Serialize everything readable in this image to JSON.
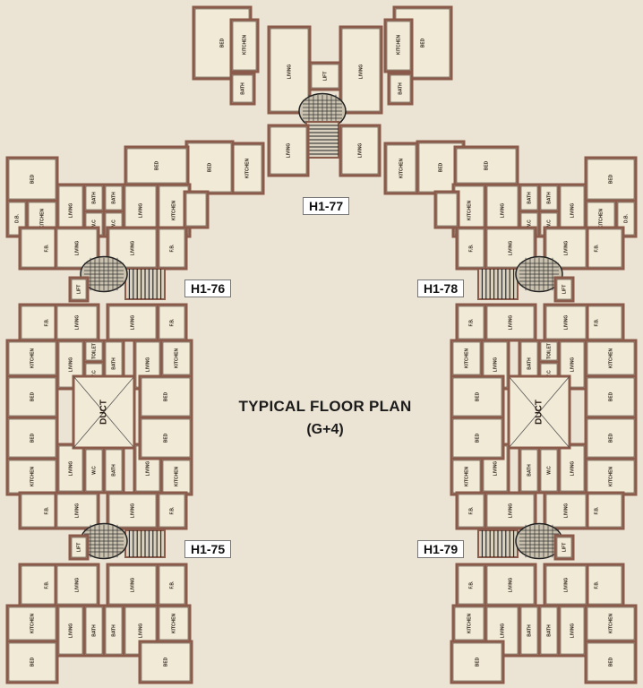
{
  "title": "TYPICAL FLOOR PLAN",
  "subtitle": "(G+4)",
  "colors": {
    "background": "#ebe3d3",
    "wall": "#8a5a4a",
    "room": "#f1ead7",
    "wall_inner": "#3a2a22",
    "stair": "#d9d0bd",
    "lift_core": "#c9c1ae",
    "tag_bg": "#ffffff"
  },
  "buildings": [
    {
      "label": "H1-77",
      "position": "top-center"
    },
    {
      "label": "H1-76",
      "position": "left-upper"
    },
    {
      "label": "H1-78",
      "position": "right-upper"
    },
    {
      "label": "H1-75",
      "position": "left-lower"
    },
    {
      "label": "H1-79",
      "position": "right-lower"
    }
  ],
  "room_labels": {
    "bed": "BED",
    "kitchen": "KITCHEN",
    "living": "LIVING",
    "bath": "BATH",
    "wc": "W.C",
    "toilet": "TOILET",
    "lift": "LIFT",
    "duct": "DUCT",
    "fb": "F.B.",
    "db": "D.B."
  }
}
